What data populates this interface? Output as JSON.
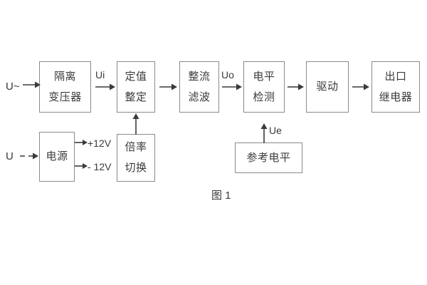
{
  "figure": {
    "caption": "图 1",
    "signal_color": "#3a3a3a",
    "box_border_color": "#8a8a8a",
    "background_color": "#ffffff"
  },
  "inputs": {
    "ac_supply": "U~",
    "dc_supply": "U"
  },
  "signals": {
    "ui": "Ui",
    "uo": "Uo",
    "ue": "Ue"
  },
  "power_outputs": {
    "positive": "+12V",
    "negative": "- 12V"
  },
  "main_chain": [
    {
      "id": "isolation-transformer",
      "line1": "隔离",
      "line2": "变压器"
    },
    {
      "id": "setpoint-adjust",
      "line1": "定值",
      "line2": "整定"
    },
    {
      "id": "rectify-filter",
      "line1": "整流",
      "line2": "滤波"
    },
    {
      "id": "level-detection",
      "line1": "电平",
      "line2": "检测"
    },
    {
      "id": "drive",
      "line1": "驱动",
      "line2": ""
    },
    {
      "id": "output-relay",
      "line1": "出口",
      "line2": "继电器"
    }
  ],
  "support_blocks": [
    {
      "id": "power-supply",
      "line1": "电源",
      "line2": ""
    },
    {
      "id": "multiplier-switch",
      "line1": "倍率",
      "line2": "切换"
    },
    {
      "id": "reference-level",
      "line1": "参考电平",
      "line2": ""
    }
  ]
}
